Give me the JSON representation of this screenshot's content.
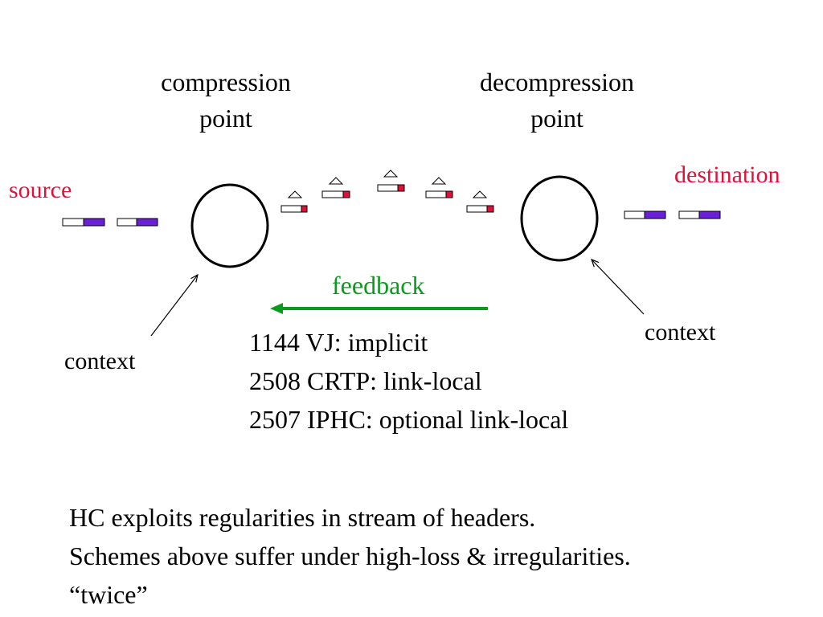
{
  "labels": {
    "compression_line1": "compression",
    "compression_line2": "point",
    "decompression_line1": "decompression",
    "decompression_line2": "point",
    "source": "source",
    "destination": "destination",
    "feedback": "feedback",
    "context_left": "context",
    "context_right": "context"
  },
  "rfcs": [
    "1144 VJ: implicit",
    "2508 CRTP: link-local",
    "2507 IPHC: optional link-local"
  ],
  "notes": [
    "HC exploits regularities in stream of headers.",
    "Schemes above suffer under high-loss & irregularities.",
    "“twice”"
  ],
  "colors": {
    "source_dest_text": "#e0103a",
    "feedback": "#0b9a1e",
    "full_header": "#6b1fd6",
    "compressed_header": "#e0103a",
    "outline": "#000000"
  }
}
